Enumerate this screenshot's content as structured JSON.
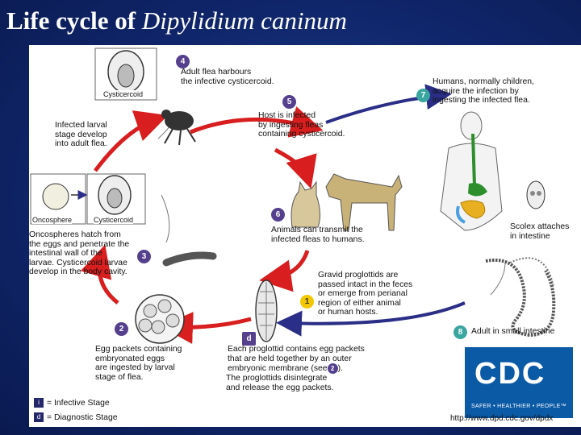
{
  "title": {
    "plain": "Life cycle of ",
    "italic": "Dipylidium caninum"
  },
  "stages": {
    "s1": "1",
    "s2": "2",
    "s3": "3",
    "s4": "4",
    "s5": "5",
    "s6": "6",
    "s7": "7",
    "s8": "8",
    "sd2": "2"
  },
  "markers": {
    "infective": "i",
    "diagnostic": "d"
  },
  "labels": {
    "box_top_cysticercoid": "Cysticercoid",
    "oncosphere": "Oncosphere",
    "cysticercoid": "Cysticercoid",
    "t4": "Adult flea harbours\nthe infective cysticercoid.",
    "t5": "Host is infected\nby ingesting fleas\ncontaining cysticercoid.",
    "t6": "Animals can transmit the\ninfected fleas to humans.",
    "t7": "Humans, normally children,\nacquire the infection by\ningesting the infected flea.",
    "scolex": "Scolex attaches\nin intestine",
    "t8": "Adult in small intestine",
    "t1": "Gravid proglottids are\npassed intact in the feces\nor emerge from perianal\nregion of either animal\nor human hosts.",
    "td": "Each proglottid contains egg packets\nthat are held together by an outer\nembryonic membrane (see",
    "td_end": ").",
    "td2": "The proglottids disintegrate\nand release the egg packets.",
    "t2": "Egg packets containing\nembryonated eggs\nare ingested by larval\nstage of flea.",
    "t3": "Oncospheres hatch from\nthe eggs and penetrate the\nintestinal wall of the\nlarvae. Cysticercoid larvae\ndevelop in the body cavity.",
    "tlarval": "Infected larval\nstage develop\ninto adult flea."
  },
  "legend": {
    "infective": "= Infective Stage",
    "diagnostic": "= Diagnostic Stage"
  },
  "cdc": {
    "logo": "CDC",
    "tagline": "SAFER • HEALTHIER • PEOPLE™",
    "url": "http://www.dpd.cdc.gov/dpdx"
  },
  "colors": {
    "red_arrow": "#d81e1e",
    "blue_arrow": "#2a2e86",
    "stage_purple": "#55408e",
    "stage_yellow": "#f2c700",
    "stage_teal": "#3aa6a0",
    "cdc_blue": "#0b5aa6"
  }
}
